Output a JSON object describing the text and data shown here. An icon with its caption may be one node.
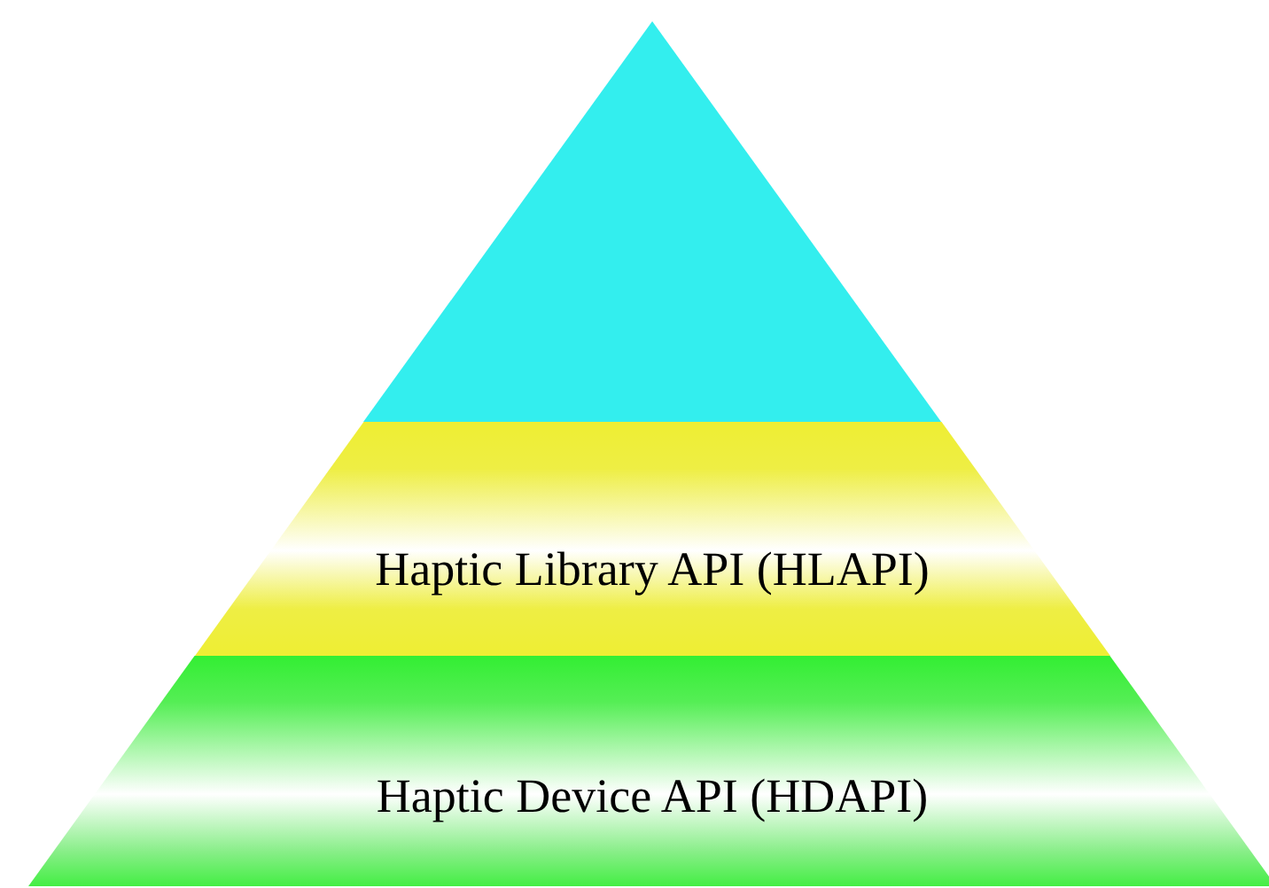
{
  "diagram": {
    "nodes": [
      {
        "text": [],
        "shape": "triangle"
      },
      {
        "text": [
          "Haptic Library API (HLAPI)"
        ]
      },
      {
        "text": [
          "Haptic Device API (HDAPI)"
        ]
      }
    ]
  }
}
